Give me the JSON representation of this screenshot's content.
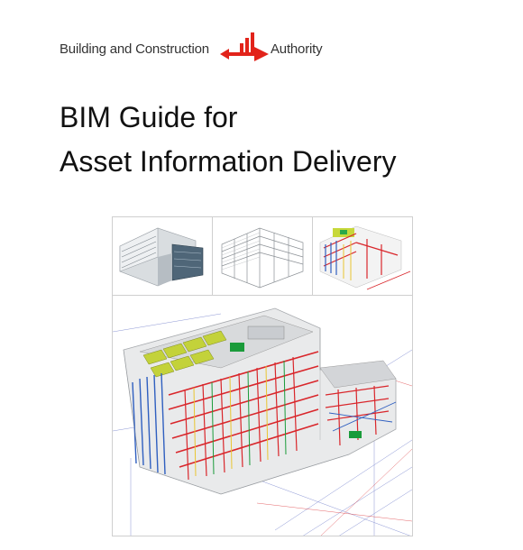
{
  "header": {
    "org_left": "Building and Construction",
    "org_right": "Authority",
    "logo_icon": "bca-logo-icon",
    "logo_color": "#e2231a"
  },
  "title": {
    "line1": "BIM Guide for",
    "line2": "Asset Information Delivery"
  },
  "figure": {
    "thumbnails": [
      "building-render-image",
      "structural-wireframe-image",
      "mep-model-image"
    ],
    "main": "mep-coordination-model-image"
  }
}
